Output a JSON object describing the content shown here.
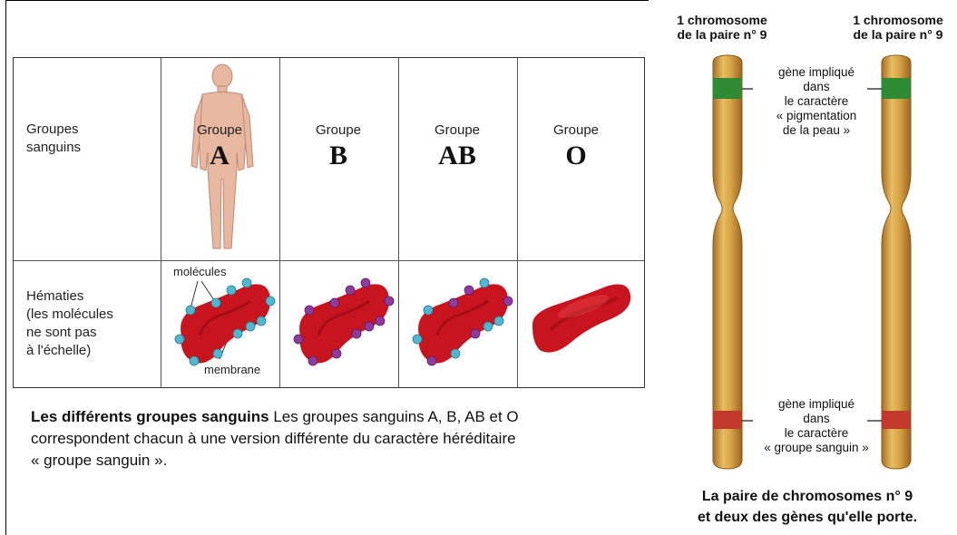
{
  "table": {
    "row1_label": [
      "Groupes",
      "sanguins"
    ],
    "row2_label": [
      "Hématies",
      "(les molécules",
      "ne sont pas",
      "à l'échelle)"
    ],
    "group_word": "Groupe",
    "groups": [
      "A",
      "B",
      "AB",
      "O"
    ],
    "label_molecules": "molécules",
    "label_membrane": "membrane"
  },
  "caption": {
    "title": "Les différents groupes sanguins",
    "line1": "Les groupes sanguins A, B, AB et O",
    "line2": "correspondent chacun à une version différente du caractère héréditaire",
    "line3": "« groupe sanguin »."
  },
  "chromosomes": {
    "header_line1": "1 chromosome",
    "header_line2": "de la paire n° 9",
    "gene1": [
      "gène impliqué",
      "dans",
      "le caractère",
      "« pigmentation",
      "de la peau »"
    ],
    "gene2": [
      "gène impliqué",
      "dans",
      "le caractère",
      "« groupe sanguin »"
    ],
    "caption_line1": "La paire de chromosomes n° 9",
    "caption_line2": "et deux des gènes qu'elle porte."
  },
  "colors": {
    "cell_red": "#c8141e",
    "molecule_blue": "#4fb8d0",
    "molecule_purple": "#8e3a9e",
    "chromosome": "#d9a546",
    "gene_green": "#2f8a35",
    "gene_red": "#c0392b",
    "skin": "#e8b7a0"
  }
}
